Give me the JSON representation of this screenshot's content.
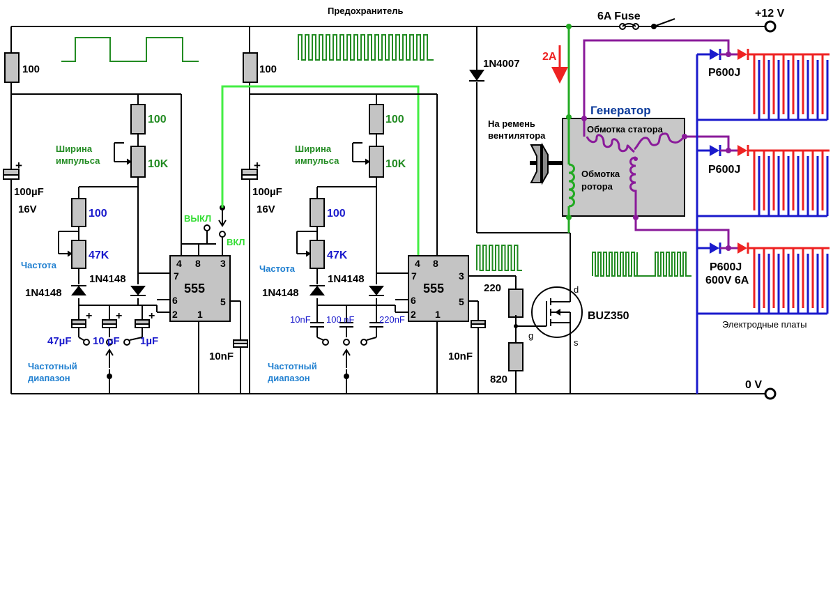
{
  "labels": {
    "fuse_top": "Предохранитель",
    "fuse_6a": "6A Fuse",
    "plus12": "+12 V",
    "zero_v": "0 V",
    "r100_a": "100",
    "r100_b": "100",
    "c100uf_a": "100µF",
    "v16_a": "16V",
    "c100uf_b": "100µF",
    "v16_b": "16V",
    "pw1_line1": "Ширина",
    "pw1_line2": "импульса",
    "r100g_1": "100",
    "r10k_1": "10K",
    "r100b_1": "100",
    "r47k_1": "47K",
    "freq_1": "Частота",
    "d1n4148_a": "1N4148",
    "d1n4148_b": "1N4148",
    "c47uf": "47µF",
    "c10uf": "10 µF",
    "c1uf": "1µF",
    "range1_line1": "Частотный",
    "range1_line2": "диапазон",
    "off_label": "ВЫКЛ",
    "on_label": "ВКЛ",
    "c10nf_1": "10nF",
    "ic1": "555",
    "pw2_line1": "Ширина",
    "pw2_line2": "импульса",
    "r100g_2": "100",
    "r10k_2": "10K",
    "r100b_2": "100",
    "r47k_2": "47K",
    "freq_2": "Частота",
    "d1n4148_c": "1N4148",
    "d1n4148_d": "1N4148",
    "c10nf_sel": "10nF",
    "c100nf_sel": "100 nF",
    "c220nf_sel": "220nF",
    "range2_line1": "Частотный",
    "range2_line2": "диапазон",
    "c10nf_2": "10nF",
    "ic2": "555",
    "d1n4007": "1N4007",
    "r220": "220",
    "r820": "820",
    "mosfet": "BUZ350",
    "pin_d": "d",
    "pin_g": "g",
    "pin_s": "s",
    "arrow_2a": "2A",
    "belt_line1": "На ремень",
    "belt_line2": "вентилятора",
    "generator": "Генератор",
    "stator": "Обмотка статора",
    "rotor_line1": "Обмотка",
    "rotor_line2": "ротора",
    "p600j_1": "P600J",
    "p600j_2": "P600J",
    "p600j_3": "P600J",
    "rating": "600V 6A",
    "plates": "Электродные платы"
  },
  "pins": {
    "ic1": {
      "p4": "4",
      "p8": "8",
      "p3": "3",
      "p7": "7",
      "p6": "6",
      "p2": "2",
      "p1": "1",
      "p5": "5"
    },
    "ic2": {
      "p4": "4",
      "p8": "8",
      "p3": "3",
      "p7": "7",
      "p6": "6",
      "p2": "2",
      "p1": "1",
      "p5": "5"
    }
  },
  "colors": {
    "wire": "#000000",
    "switch_wire": "#44ee44",
    "rotor_wire": "#22aa22",
    "stator_wire": "#8a1a9a",
    "ground_bus": "#1a1acc",
    "plate_red": "#ee2222",
    "plate_blue": "#1a1acc",
    "component_fill": "#c4c4c4",
    "generator_fill": "#c8c8c8"
  }
}
